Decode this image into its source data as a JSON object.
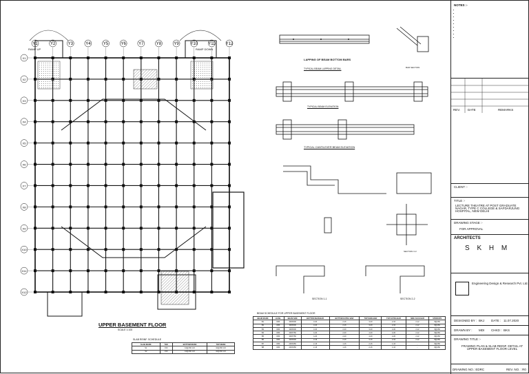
{
  "plan": {
    "title": "UPPER BASEMENT FLOOR",
    "subtitle": "SCALE 1:100",
    "col_labels": [
      "Y1",
      "Y2",
      "Y3",
      "Y4",
      "Y5",
      "Y6",
      "Y7",
      "Y8",
      "Y9",
      "Y10",
      "Y11",
      "Y12"
    ],
    "row_labels": [
      "X1",
      "X2",
      "X3",
      "X4",
      "X5",
      "X6",
      "X7",
      "X8",
      "X9",
      "X10",
      "X11",
      "X12"
    ],
    "ramp_up": "RAMP UP",
    "ramp_down": "RAMP DOWN"
  },
  "details": {
    "lapping_title": "TYPICAL BEAM LAPPING DETAIL",
    "lapping_note": "LAPPING OF BEAM BOTTOM BARS",
    "elevation_title": "TYPICAL BEAM ELEVATION",
    "cantilever_title": "TYPICAL CANTILEVER BEAM ELEVATION",
    "section1": "SECTION 1-1",
    "section2": "SECTION 2-2",
    "section3": "SECTION 3-3",
    "bar_section": "BAR SECTION"
  },
  "slab_schedule": {
    "title": "SLAB REINF. SCHEDULE",
    "rows": [
      [
        "SLAB MARK",
        "THK",
        "BOTTOM REINF.",
        "TOP REINF."
      ],
      [
        "S1",
        "150",
        "10@150 C/C",
        "10@150 C/C"
      ],
      [
        "S2",
        "150",
        "10@150 C/C",
        "10@150 C/C"
      ]
    ]
  },
  "beam_schedule": {
    "title": "BEAM SCHEDULE FOR UPPER BASEMENT FLOOR",
    "header": [
      "BEAM MARK",
      "LEVEL",
      "BEAM SIZE",
      "BOTTOM MAIN BAR",
      "BOTTOM EXTRA BAR",
      "TOP MAIN BAR",
      "TOP EXTRA BAR",
      "SIDE FACE BAR",
      "STIRRUPS"
    ],
    "rows": [
      [
        "B1",
        "UBF",
        "300X600",
        "3-20",
        "2-16",
        "3-20",
        "2-16",
        "2-12",
        "8@150"
      ],
      [
        "B2",
        "UBF",
        "300X600",
        "3-20",
        "2-16",
        "3-20",
        "2-16",
        "2-12",
        "8@150"
      ],
      [
        "B3",
        "UBF",
        "300X600",
        "3-20",
        "2-20",
        "3-20",
        "2-20",
        "2-12",
        "8@150"
      ],
      [
        "B4",
        "UBF",
        "300X750",
        "4-20",
        "2-20",
        "4-20",
        "2-20",
        "2-12",
        "8@150"
      ],
      [
        "B5",
        "UBF",
        "300X750",
        "4-20",
        "2-20",
        "4-20",
        "2-20",
        "2-12",
        "8@150"
      ],
      [
        "B6",
        "UBF",
        "300X600",
        "3-16",
        "2-16",
        "3-16",
        "2-16",
        "2-12",
        "8@150"
      ],
      [
        "B7",
        "UBF",
        "230X450",
        "2-16",
        "1-16",
        "2-16",
        "1-16",
        "-",
        "8@150"
      ],
      [
        "B8",
        "UBF",
        "230X450",
        "2-16",
        "1-16",
        "2-16",
        "1-16",
        "-",
        "8@150"
      ]
    ]
  },
  "title_block": {
    "notes_title": "NOTES :-",
    "client_label": "CLIENT :-",
    "title_label": "TITLE :-",
    "project": "LECTURE THEATRE AT POST GRADUATE NAGAR, TYPE C COLLEGE & SAFDARJUNG HOSPITAL, NEW DELHI",
    "status_label": "DRAWING STAGE :-",
    "status": "FOR APPROVAL",
    "architects": "ARCHITECTS",
    "architects_firm": "S K H M",
    "consultant": "Engineering Design & Research Pvt. Ltd.",
    "designed_by": "DESIGNED BY :",
    "designed_val": "BKJ",
    "date_label": "DATE :",
    "date_val": "11.07.2020",
    "drawn_by": "DRAWN BY :",
    "drawn_val": "MDI",
    "chkd": "CHKD :",
    "chkd_val": "BKS",
    "drawing_title_label": "DRAWING TITLE :-",
    "drawing_title": "FRAMING PLAN & SLAB REINF. DETAIL AT UPPER BASEMENT FLOOR LEVEL",
    "drawing_no": "DRAWING NO.: EDRC",
    "rev_no": "REV. NO. : R0",
    "rev_hdr": [
      "REV.",
      "DATE",
      "REMARKS"
    ]
  }
}
